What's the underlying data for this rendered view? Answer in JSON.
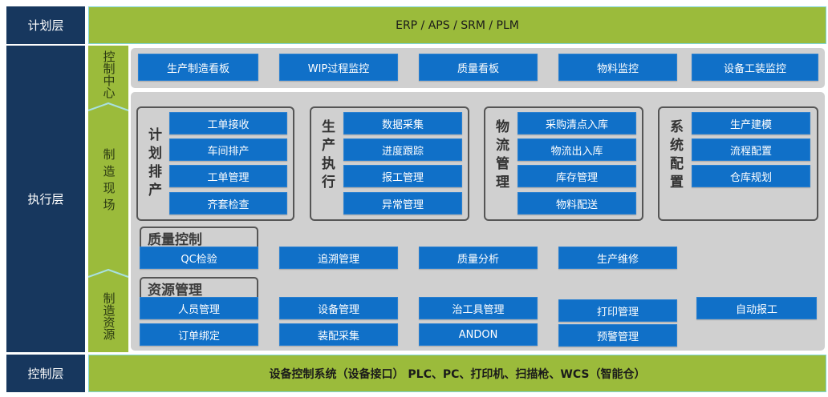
{
  "layers": {
    "plan": "计划层",
    "exec": "执行层",
    "control": "控制层"
  },
  "top_bar": "ERP / APS / SRM / PLM",
  "bottom_bar": "设备控制系统（设备接口） PLC、PC、打印机、扫描枪、WCS（智能仓）",
  "side": {
    "control_center": "控制中心",
    "site": "制造现场",
    "resources": "制造资源"
  },
  "control_center": [
    "生产制造看板",
    "WIP过程监控",
    "质量看板",
    "物料监控",
    "设备工装监控"
  ],
  "groups": [
    {
      "title": "计划排产",
      "items": [
        "工单接收",
        "车间排产",
        "工单管理",
        "齐套检查"
      ]
    },
    {
      "title": "生产执行",
      "items": [
        "数据采集",
        "进度跟踪",
        "报工管理",
        "异常管理"
      ]
    },
    {
      "title": "物流管理",
      "items": [
        "采购清点入库",
        "物流出入库",
        "库存管理",
        "物料配送"
      ]
    },
    {
      "title": "系统配置",
      "items": [
        "生产建模",
        "流程配置",
        "仓库规划"
      ]
    }
  ],
  "quality": {
    "title": "质量控制",
    "items": [
      "QC检验",
      "追溯管理",
      "质量分析",
      "生产维修"
    ]
  },
  "resource": {
    "title": "资源管理",
    "row1": [
      "人员管理",
      "设备管理",
      "治工具管理",
      "打印管理",
      "自动报工"
    ],
    "row2": [
      "订单绑定",
      "装配采集",
      "ANDON",
      "预警管理"
    ]
  },
  "colors": {
    "navy": "#17375e",
    "green": "#9bbb3b",
    "blue": "#1070c8",
    "panel": "#d0d0d0"
  }
}
